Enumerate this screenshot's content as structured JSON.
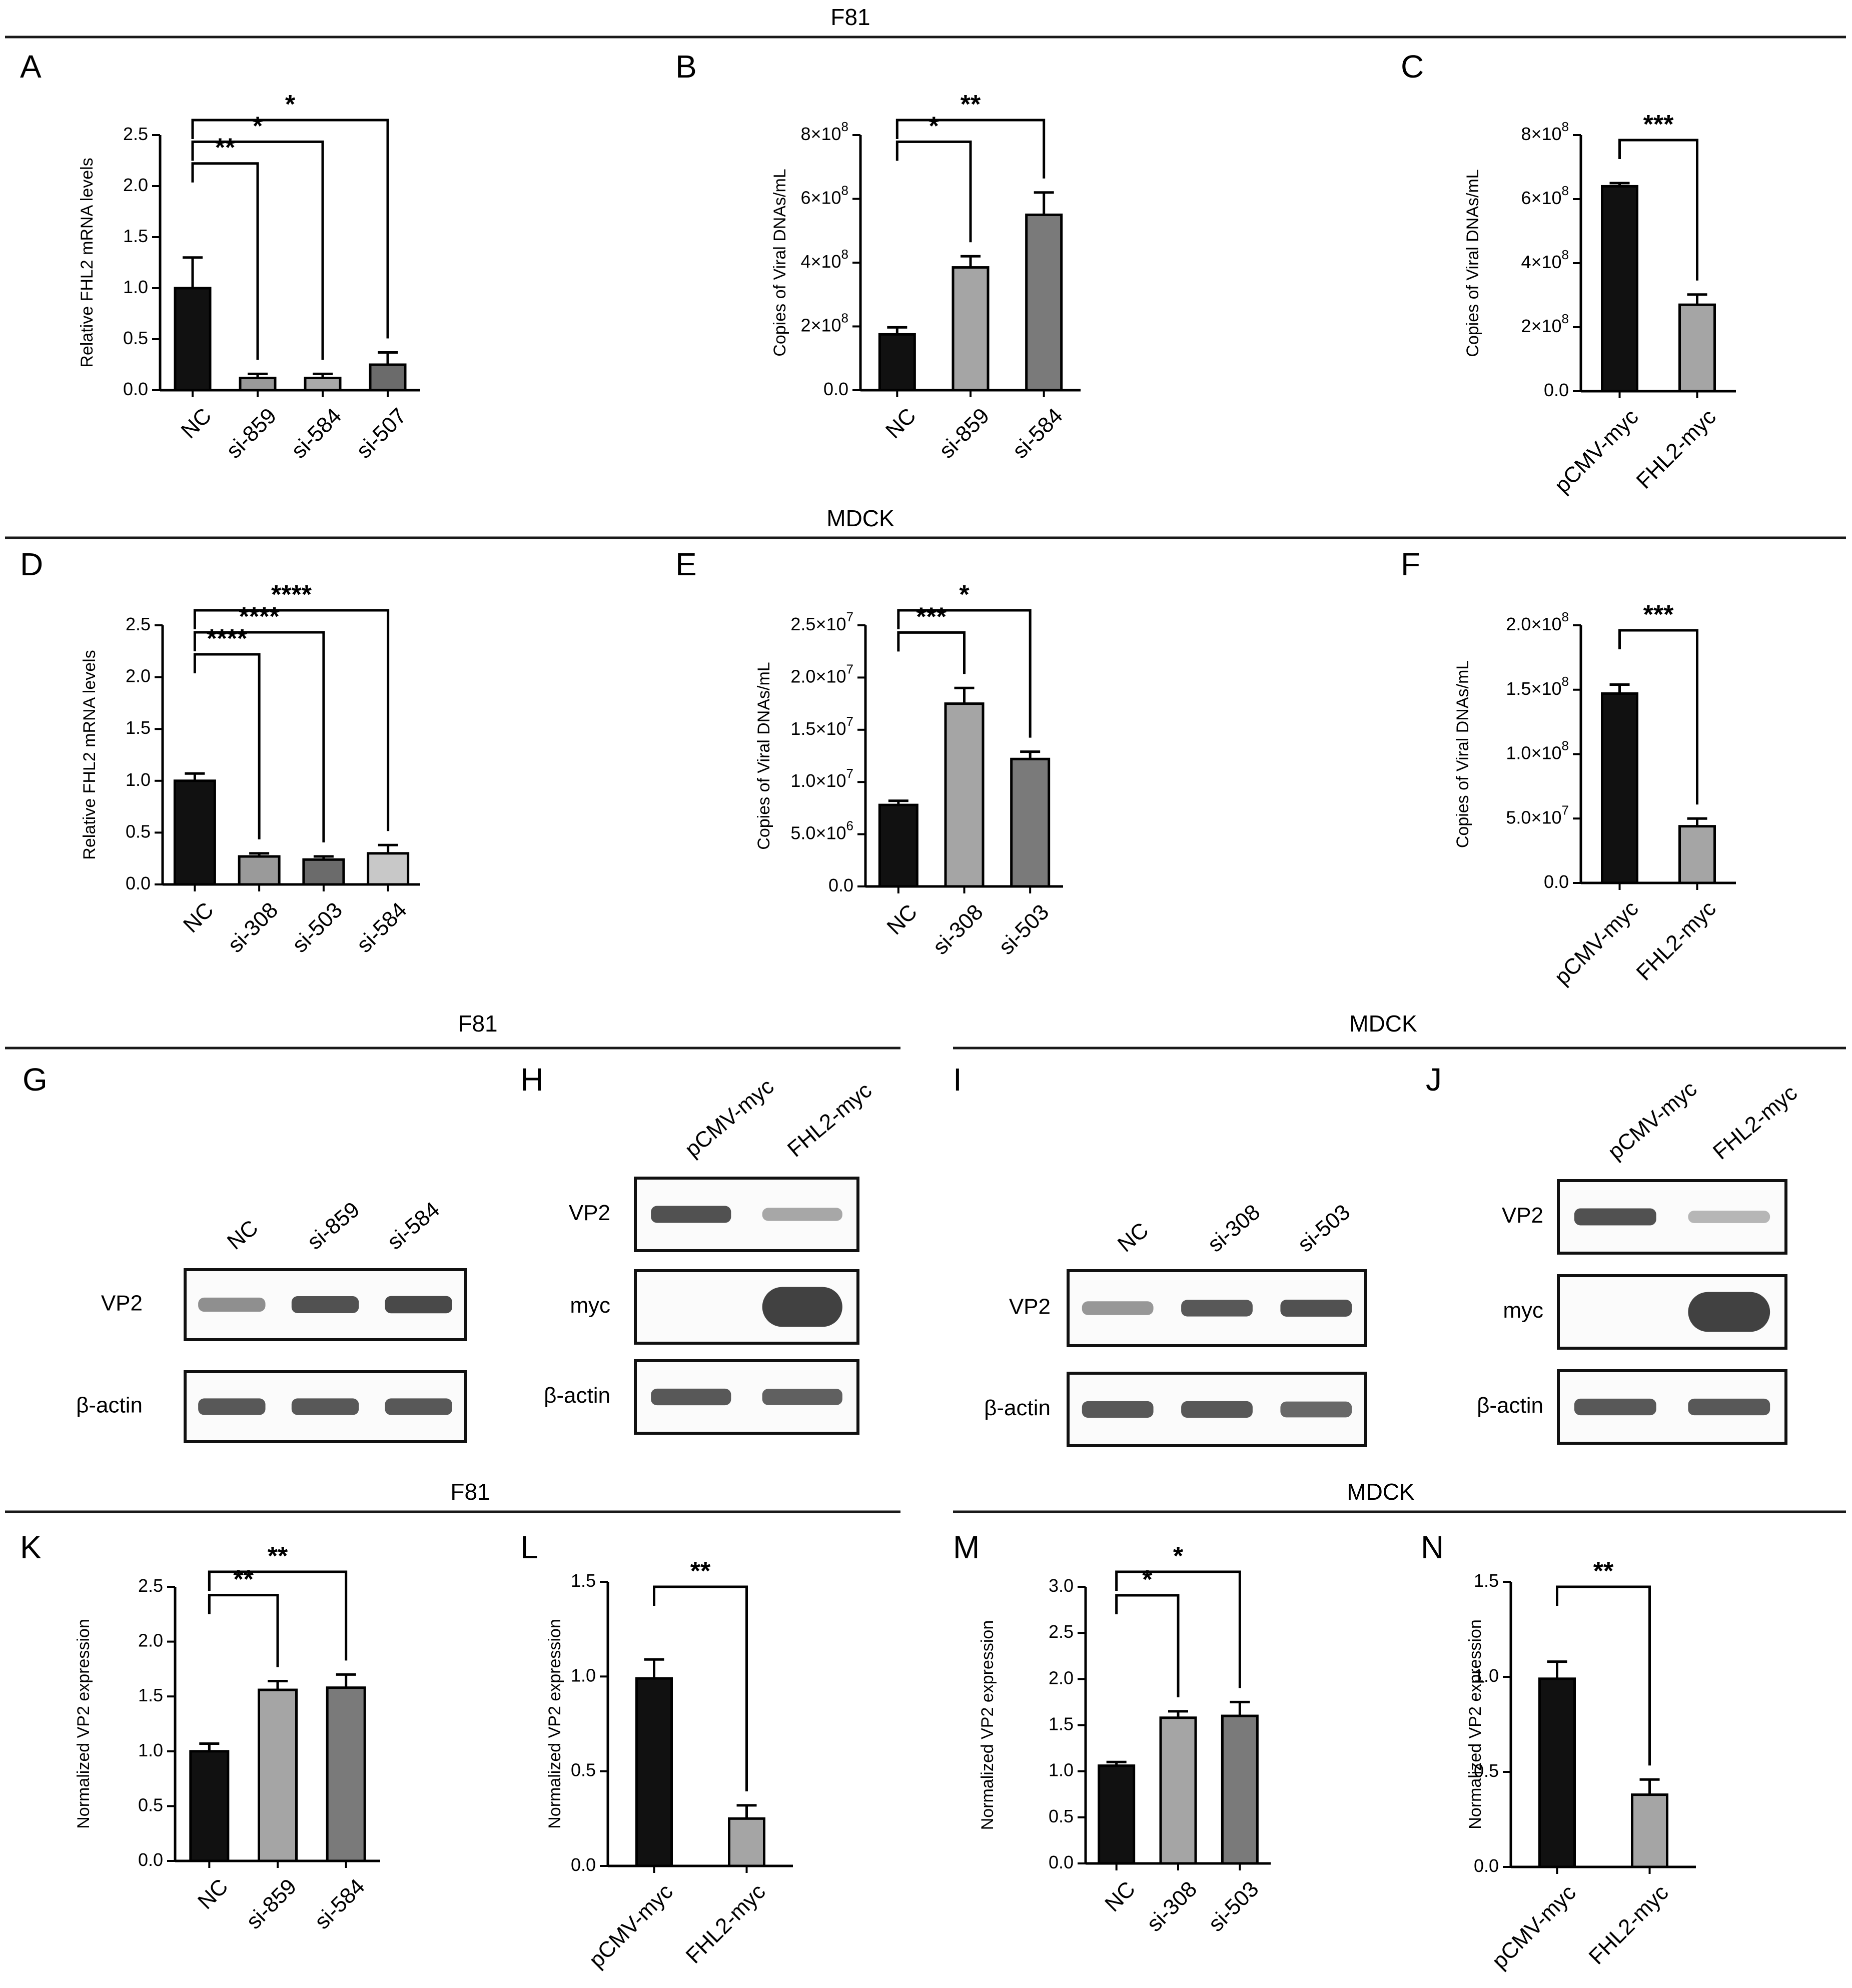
{
  "sections": [
    {
      "id": "f81-top",
      "title": "F81"
    },
    {
      "id": "mdck-mid",
      "title": "MDCK"
    },
    {
      "id": "f81-blot",
      "title": "F81"
    },
    {
      "id": "mdck-blot",
      "title": "MDCK"
    },
    {
      "id": "f81-bottom",
      "title": "F81"
    },
    {
      "id": "mdck-bottom",
      "title": "MDCK"
    }
  ],
  "panel_letters": [
    "A",
    "B",
    "C",
    "D",
    "E",
    "F",
    "G",
    "H",
    "I",
    "J",
    "K",
    "L",
    "M",
    "N"
  ],
  "chart_data": [
    {
      "panel": "A",
      "type": "bar",
      "ylabel": "Relative FHL2 mRNA levels",
      "ylim": [
        0,
        2.5
      ],
      "yticks": [
        "0.0",
        "0.5",
        "1.0",
        "1.5",
        "2.0",
        "2.5"
      ],
      "yticks_values": [
        0,
        0.5,
        1.0,
        1.5,
        2.0,
        2.5
      ],
      "categories": [
        "NC",
        "si-859",
        "si-584",
        "si-507"
      ],
      "values": [
        1.0,
        0.12,
        0.12,
        0.25
      ],
      "errors": [
        0.3,
        0.04,
        0.04,
        0.12
      ],
      "colors": [
        "#111111",
        "#9a9a9a",
        "#a9a9a9",
        "#6b6b6b"
      ],
      "comparisons": [
        {
          "from": 0,
          "to": 1,
          "label": "**"
        },
        {
          "from": 0,
          "to": 2,
          "label": "*"
        },
        {
          "from": 0,
          "to": 3,
          "label": "*"
        }
      ]
    },
    {
      "panel": "B",
      "type": "bar",
      "ylabel": "Copies of Viral DNAs/mL",
      "ylim": [
        0,
        800000000
      ],
      "yticks": [
        "0.0",
        "2×10⁸",
        "4×10⁸",
        "6×10⁸",
        "8×10⁸"
      ],
      "yticks_values": [
        0,
        200000000,
        400000000,
        600000000,
        800000000
      ],
      "categories": [
        "NC",
        "si-859",
        "si-584"
      ],
      "values": [
        175000000,
        385000000,
        550000000
      ],
      "errors": [
        22000000,
        35000000,
        70000000
      ],
      "colors": [
        "#111111",
        "#a5a5a5",
        "#7a7a7a"
      ],
      "comparisons": [
        {
          "from": 0,
          "to": 1,
          "label": "*"
        },
        {
          "from": 0,
          "to": 2,
          "label": "**"
        }
      ]
    },
    {
      "panel": "C",
      "type": "bar",
      "ylabel": "Copies of Viral DNAs/mL",
      "ylim": [
        0,
        800000000
      ],
      "yticks": [
        "0.0",
        "2×10⁸",
        "4×10⁸",
        "6×10⁸",
        "8×10⁸"
      ],
      "yticks_values": [
        0,
        200000000,
        400000000,
        600000000,
        800000000
      ],
      "categories": [
        "pCMV-myc",
        "FHL2-myc"
      ],
      "values": [
        640000000,
        270000000
      ],
      "errors": [
        10000000,
        32000000
      ],
      "colors": [
        "#111111",
        "#a5a5a5"
      ],
      "comparisons": [
        {
          "from": 0,
          "to": 1,
          "label": "***"
        }
      ]
    },
    {
      "panel": "D",
      "type": "bar",
      "ylabel": "Relative FHL2 mRNA levels",
      "ylim": [
        0,
        2.5
      ],
      "yticks": [
        "0.0",
        "0.5",
        "1.0",
        "1.5",
        "2.0",
        "2.5"
      ],
      "yticks_values": [
        0,
        0.5,
        1.0,
        1.5,
        2.0,
        2.5
      ],
      "categories": [
        "NC",
        "si-308",
        "si-503",
        "si-584"
      ],
      "values": [
        1.0,
        0.27,
        0.24,
        0.3
      ],
      "errors": [
        0.07,
        0.03,
        0.03,
        0.08
      ],
      "colors": [
        "#111111",
        "#9a9a9a",
        "#6b6b6b",
        "#c8c8c8"
      ],
      "comparisons": [
        {
          "from": 0,
          "to": 1,
          "label": "****"
        },
        {
          "from": 0,
          "to": 2,
          "label": "****"
        },
        {
          "from": 0,
          "to": 3,
          "label": "****"
        }
      ]
    },
    {
      "panel": "E",
      "type": "bar",
      "ylabel": "Copies of Viral DNAs/mL",
      "ylim": [
        0,
        25000000
      ],
      "yticks": [
        "0.0",
        "5.0×10⁶",
        "1.0×10⁷",
        "1.5×10⁷",
        "2.0×10⁷",
        "2.5×10⁷"
      ],
      "yticks_values": [
        0,
        5000000,
        10000000,
        15000000,
        20000000,
        25000000
      ],
      "categories": [
        "NC",
        "si-308",
        "si-503"
      ],
      "values": [
        7800000,
        17500000,
        12200000
      ],
      "errors": [
        400000,
        1500000,
        700000
      ],
      "colors": [
        "#111111",
        "#a5a5a5",
        "#7a7a7a"
      ],
      "comparisons": [
        {
          "from": 0,
          "to": 1,
          "label": "***"
        },
        {
          "from": 0,
          "to": 2,
          "label": "*"
        }
      ]
    },
    {
      "panel": "F",
      "type": "bar",
      "ylabel": "Copies of Viral DNAs/mL",
      "ylim": [
        0,
        200000000
      ],
      "yticks": [
        "0.0",
        "5.0×10⁷",
        "1.0×10⁸",
        "1.5×10⁸",
        "2.0×10⁸"
      ],
      "yticks_values": [
        0,
        50000000,
        100000000,
        150000000,
        200000000
      ],
      "categories": [
        "pCMV-myc",
        "FHL2-myc"
      ],
      "values": [
        147000000,
        44000000
      ],
      "errors": [
        7000000,
        6000000
      ],
      "colors": [
        "#111111",
        "#a5a5a5"
      ],
      "comparisons": [
        {
          "from": 0,
          "to": 1,
          "label": "***"
        }
      ]
    },
    {
      "panel": "K",
      "type": "bar",
      "ylabel": "Normalized VP2 expression",
      "ylim": [
        0,
        2.5
      ],
      "yticks": [
        "0.0",
        "0.5",
        "1.0",
        "1.5",
        "2.0",
        "2.5"
      ],
      "yticks_values": [
        0,
        0.5,
        1.0,
        1.5,
        2.0,
        2.5
      ],
      "categories": [
        "NC",
        "si-859",
        "si-584"
      ],
      "values": [
        1.0,
        1.56,
        1.58
      ],
      "errors": [
        0.07,
        0.08,
        0.12
      ],
      "colors": [
        "#111111",
        "#a5a5a5",
        "#7a7a7a"
      ],
      "comparisons": [
        {
          "from": 0,
          "to": 1,
          "label": "**"
        },
        {
          "from": 0,
          "to": 2,
          "label": "**"
        }
      ]
    },
    {
      "panel": "L",
      "type": "bar",
      "ylabel": "Normalized VP2 expression",
      "ylim": [
        0,
        1.5
      ],
      "yticks": [
        "0.0",
        "0.5",
        "1.0",
        "1.5"
      ],
      "yticks_values": [
        0,
        0.5,
        1.0,
        1.5
      ],
      "categories": [
        "pCMV-myc",
        "FHL2-myc"
      ],
      "values": [
        0.99,
        0.25
      ],
      "errors": [
        0.1,
        0.07
      ],
      "colors": [
        "#111111",
        "#a5a5a5"
      ],
      "comparisons": [
        {
          "from": 0,
          "to": 1,
          "label": "**"
        }
      ]
    },
    {
      "panel": "M",
      "type": "bar",
      "ylabel": "Normalized VP2 expression",
      "ylim": [
        0,
        3.0
      ],
      "yticks": [
        "0.0",
        "0.5",
        "1.0",
        "1.5",
        "2.0",
        "2.5",
        "3.0"
      ],
      "yticks_values": [
        0,
        0.5,
        1.0,
        1.5,
        2.0,
        2.5,
        3.0
      ],
      "categories": [
        "NC",
        "si-308",
        "si-503"
      ],
      "values": [
        1.06,
        1.58,
        1.6
      ],
      "errors": [
        0.04,
        0.07,
        0.15
      ],
      "colors": [
        "#111111",
        "#a5a5a5",
        "#7a7a7a"
      ],
      "comparisons": [
        {
          "from": 0,
          "to": 1,
          "label": "*"
        },
        {
          "from": 0,
          "to": 2,
          "label": "*"
        }
      ]
    },
    {
      "panel": "N",
      "type": "bar",
      "ylabel": "Normalized VP2 expression",
      "ylim": [
        0,
        1.5
      ],
      "yticks": [
        "0.0",
        "0.5",
        "1.0",
        "1.5"
      ],
      "yticks_values": [
        0,
        0.5,
        1.0,
        1.5
      ],
      "categories": [
        "pCMV-myc",
        "FHL2-myc"
      ],
      "values": [
        0.99,
        0.38
      ],
      "errors": [
        0.09,
        0.08
      ],
      "colors": [
        "#111111",
        "#a5a5a5"
      ],
      "comparisons": [
        {
          "from": 0,
          "to": 1,
          "label": "**"
        }
      ]
    }
  ],
  "blots": [
    {
      "panel": "G",
      "lanes": [
        "NC",
        "si-859",
        "si-584"
      ],
      "rows": [
        {
          "label": "VP2",
          "intensity": [
            0.45,
            0.85,
            0.9
          ]
        },
        {
          "label": "β-actin",
          "intensity": [
            0.8,
            0.8,
            0.8
          ]
        }
      ]
    },
    {
      "panel": "H",
      "lanes": [
        "pCMV-myc",
        "FHL2-myc"
      ],
      "rows": [
        {
          "label": "VP2",
          "intensity": [
            0.85,
            0.3
          ]
        },
        {
          "label": "myc",
          "intensity": [
            0.0,
            0.95
          ]
        },
        {
          "label": "β-actin",
          "intensity": [
            0.8,
            0.75
          ]
        }
      ]
    },
    {
      "panel": "I",
      "lanes": [
        "NC",
        "si-308",
        "si-503"
      ],
      "rows": [
        {
          "label": "VP2",
          "intensity": [
            0.4,
            0.8,
            0.85
          ]
        },
        {
          "label": "β-actin",
          "intensity": [
            0.8,
            0.8,
            0.7
          ]
        }
      ]
    },
    {
      "panel": "J",
      "lanes": [
        "pCMV-myc",
        "FHL2-myc"
      ],
      "rows": [
        {
          "label": "VP2",
          "intensity": [
            0.85,
            0.2
          ]
        },
        {
          "label": "myc",
          "intensity": [
            0.0,
            0.95
          ]
        },
        {
          "label": "β-actin",
          "intensity": [
            0.8,
            0.8
          ]
        }
      ]
    }
  ]
}
